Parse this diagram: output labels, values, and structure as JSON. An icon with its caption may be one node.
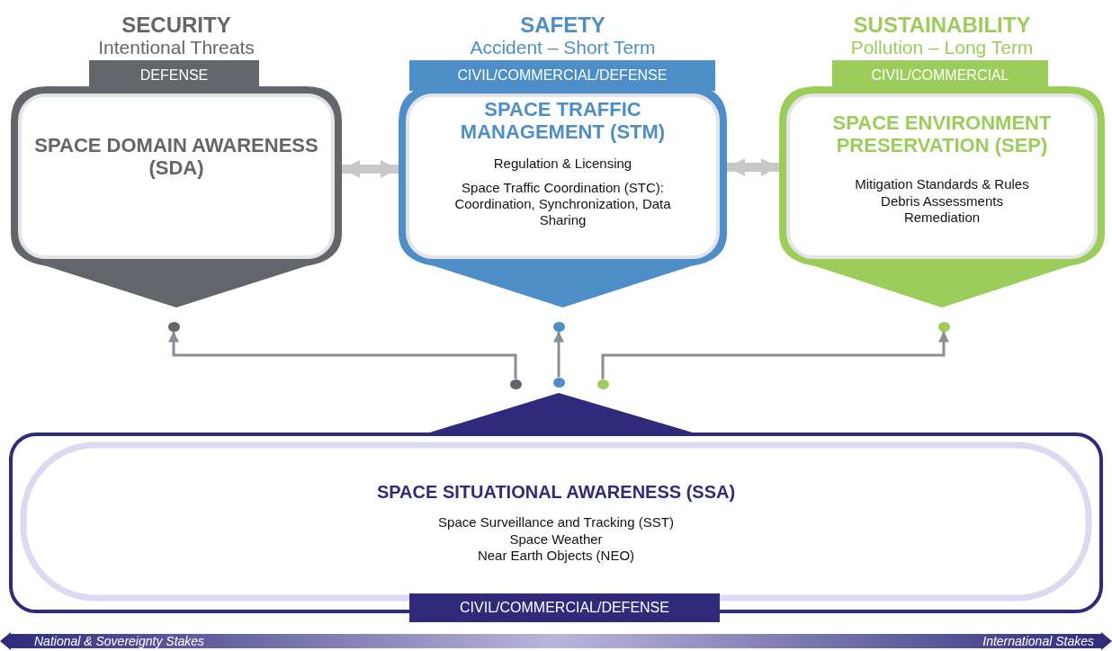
{
  "diagram": {
    "nodes": [
      {
        "text": [
          "SECURITY",
          "Intentional Threats",
          "DEFENSE",
          "SPACE DOMAIN AWARENESS (SDA)"
        ]
      },
      {
        "text": [
          "SAFETY",
          "Accident – Short Term",
          "CIVIL/COMMERCIAL/DEFENSE",
          "SPACE TRAFFIC MANAGEMENT (STM)",
          "Regulation & Licensing",
          "Space Traffic Coordination (STC): Coordination, Synchronization, Data Sharing"
        ]
      },
      {
        "text": [
          "SUSTAINABILITY",
          "Pollution – Long Term",
          "CIVIL/COMMERCIAL",
          "SPACE ENVIRONMENT PRESERVATION (SEP)",
          "Mitigation Standards & Rules",
          "Debris Assessments",
          "Remediation"
        ]
      },
      {
        "text": [
          "SPACE SITUATIONAL AWARENESS (SSA)",
          "Space Surveillance and Tracking (SST)",
          "Space Weather",
          "Near Earth Objects (NEO)",
          "CIVIL/COMMERCIAL/DEFENSE"
        ]
      },
      {
        "text": [],
        "shape": "circle"
      },
      {
        "text": [],
        "shape": "circle"
      },
      {
        "text": [],
        "shape": "circle"
      },
      {
        "text": [],
        "shape": "circle"
      },
      {
        "text": [],
        "shape": "circle"
      },
      {
        "text": [],
        "shape": "circle"
      }
    ],
    "edges": [
      {
        "from": 0,
        "to": 1,
        "arrow": "both",
        "style": "thick",
        "color": "#c8c8c8"
      },
      {
        "from": 1,
        "to": 2,
        "arrow": "both",
        "style": "thick",
        "color": "#c8c8c8"
      },
      {
        "from": 7,
        "to": 4,
        "arrow": "to"
      },
      {
        "from": 8,
        "to": 5,
        "arrow": "to"
      },
      {
        "from": 9,
        "to": 6,
        "arrow": "to"
      }
    ],
    "labels": [
      "National & Sovereignty Stakes",
      "International Stakes"
    ]
  }
}
